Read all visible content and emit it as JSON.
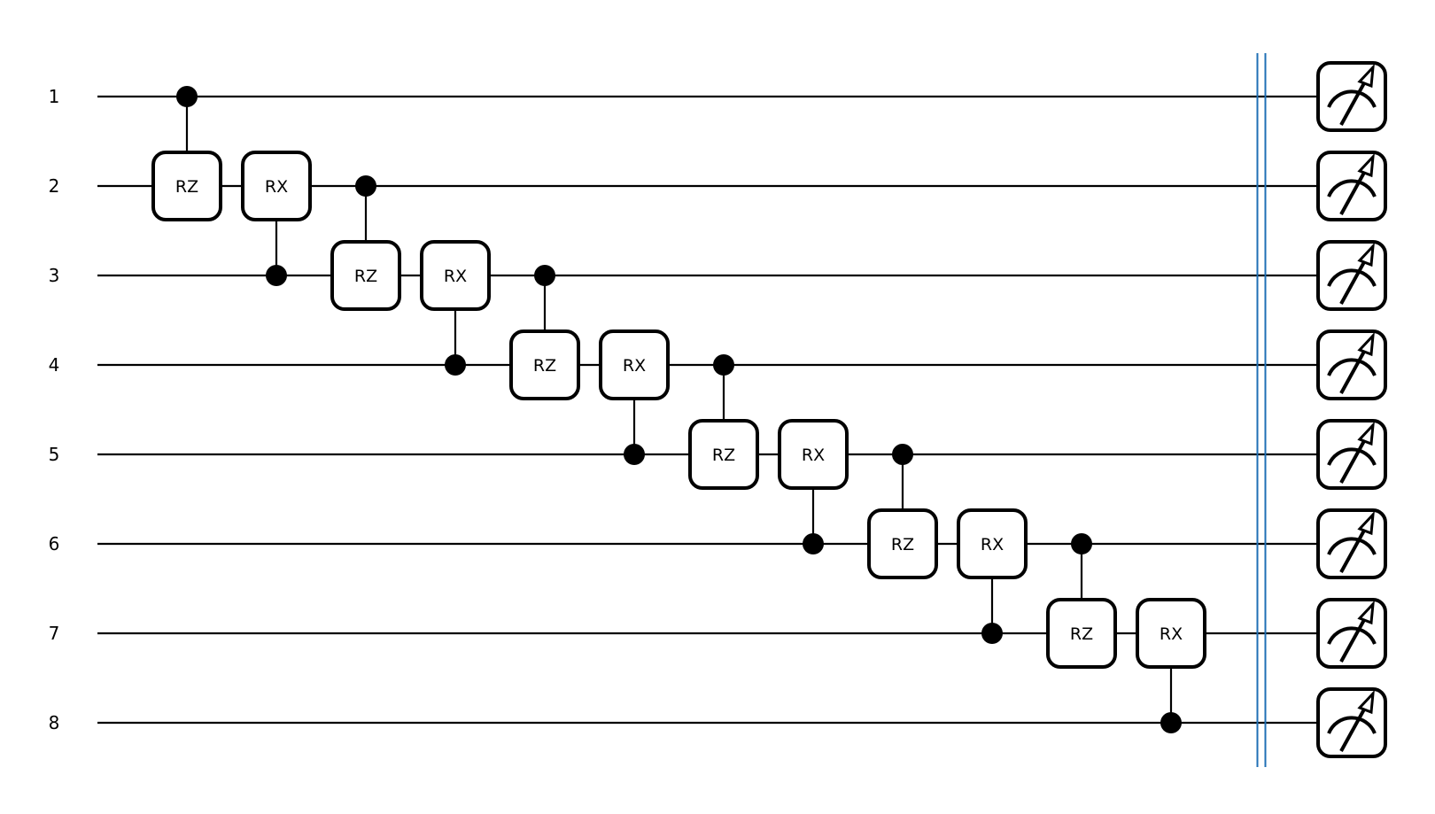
{
  "circuit": {
    "wires": [
      {
        "label": "1"
      },
      {
        "label": "2"
      },
      {
        "label": "3"
      },
      {
        "label": "4"
      },
      {
        "label": "5"
      },
      {
        "label": "6"
      },
      {
        "label": "7"
      },
      {
        "label": "8"
      }
    ],
    "gates": [
      {
        "column": 1,
        "label": "RZ",
        "target": 2,
        "control": 1
      },
      {
        "column": 2,
        "label": "RX",
        "target": 2,
        "control": 3
      },
      {
        "column": 3,
        "label": "RZ",
        "target": 3,
        "control": 2
      },
      {
        "column": 4,
        "label": "RX",
        "target": 3,
        "control": 4
      },
      {
        "column": 5,
        "label": "RZ",
        "target": 4,
        "control": 3
      },
      {
        "column": 6,
        "label": "RX",
        "target": 4,
        "control": 5
      },
      {
        "column": 7,
        "label": "RZ",
        "target": 5,
        "control": 4
      },
      {
        "column": 8,
        "label": "RX",
        "target": 5,
        "control": 6
      },
      {
        "column": 9,
        "label": "RZ",
        "target": 6,
        "control": 5
      },
      {
        "column": 10,
        "label": "RX",
        "target": 6,
        "control": 7
      },
      {
        "column": 11,
        "label": "RZ",
        "target": 7,
        "control": 6
      },
      {
        "column": 12,
        "label": "RX",
        "target": 7,
        "control": 8
      }
    ],
    "barrier": {
      "after_column": 12,
      "color": "#1f6fb5"
    },
    "measurements": {
      "icon": "meter-icon",
      "on_all_wires": true
    }
  }
}
